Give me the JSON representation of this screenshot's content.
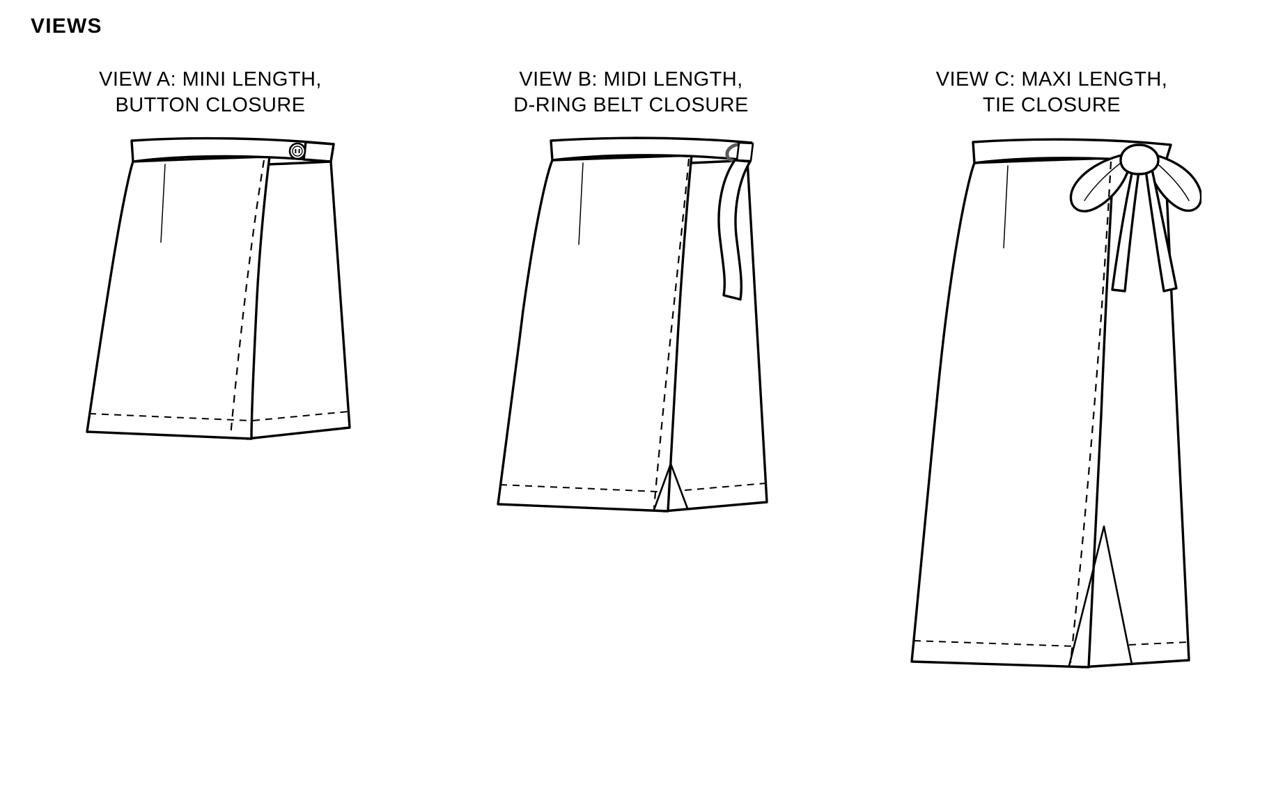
{
  "page": {
    "background_color": "#ffffff",
    "ink_color": "#000000",
    "accent_gray": "#5a5a5a"
  },
  "section": {
    "heading": "VIEWS"
  },
  "views": [
    {
      "id": "view-a",
      "letter": "A",
      "title": "VIEW A: MINI LENGTH,\nBUTTON CLOSURE",
      "length": "MINI LENGTH",
      "closure": "BUTTON CLOSURE",
      "garment": "wrap skirt",
      "details": [
        "waistband",
        "dart",
        "wrap-overlap-dashed-line",
        "button",
        "buttonhole-tab",
        "hem-stitch-dashed-line"
      ]
    },
    {
      "id": "view-b",
      "letter": "B",
      "title": "VIEW B: MIDI LENGTH,\nD-RING BELT CLOSURE",
      "length": "MIDI LENGTH",
      "closure": "D-RING BELT CLOSURE",
      "garment": "wrap skirt",
      "details": [
        "waistband",
        "dart",
        "wrap-overlap-dashed-line",
        "d-ring",
        "belt-tail",
        "front-slit",
        "hem-stitch-dashed-line"
      ]
    },
    {
      "id": "view-c",
      "letter": "C",
      "title": "VIEW C: MAXI LENGTH,\nTIE CLOSURE",
      "length": "MAXI LENGTH",
      "closure": "TIE CLOSURE",
      "garment": "wrap skirt",
      "details": [
        "waistband",
        "dart",
        "wrap-overlap-dashed-line",
        "tie-bow",
        "bow-loops",
        "bow-tails",
        "front-slit",
        "hem-stitch-dashed-line"
      ]
    }
  ],
  "icons": {
    "button": "button-icon",
    "d_ring": "d-ring-icon",
    "bow": "bow-icon"
  }
}
